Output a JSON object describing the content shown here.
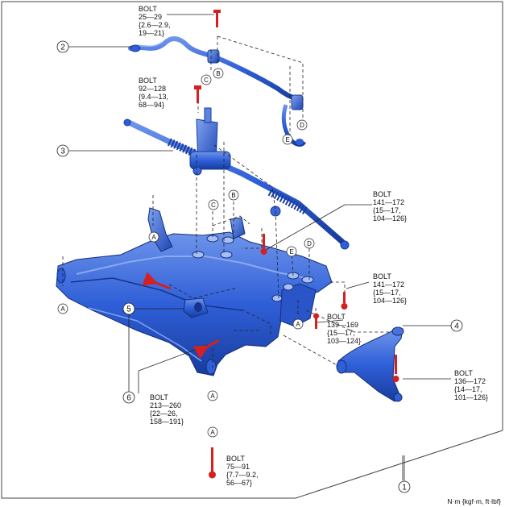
{
  "diagram": {
    "unit_note": "N·m {kgf·m, ft·lbf}",
    "part_numbers": [
      "1",
      "2",
      "3",
      "4",
      "5",
      "6"
    ],
    "location_letters": [
      "A",
      "B",
      "C",
      "D",
      "E"
    ],
    "bolts": [
      {
        "label": "BOLT",
        "torque": "25—29",
        "line2": "{2.6—2.9,",
        "line3": "19—21}"
      },
      {
        "label": "BOLT",
        "torque": "92—128",
        "line2": "{9.4—13,",
        "line3": "68—94}"
      },
      {
        "label": "BOLT",
        "torque": "141—172",
        "line2": "{15—17,",
        "line3": "104—126}"
      },
      {
        "label": "BOLT",
        "torque": "141—172",
        "line2": "{15—17,",
        "line3": "104—126}"
      },
      {
        "label": "BOLT",
        "torque": "139—169",
        "line2": "{15—17,",
        "line3": "103—124}"
      },
      {
        "label": "BOLT",
        "torque": "136—172",
        "line2": "{14—17,",
        "line3": "101—126}"
      },
      {
        "label": "BOLT",
        "torque": "213—260",
        "line2": "{22—26,",
        "line3": "158—191}"
      },
      {
        "label": "BOLT",
        "torque": "75—91",
        "line2": "{7.7—9.2,",
        "line3": "56—67}"
      }
    ]
  }
}
